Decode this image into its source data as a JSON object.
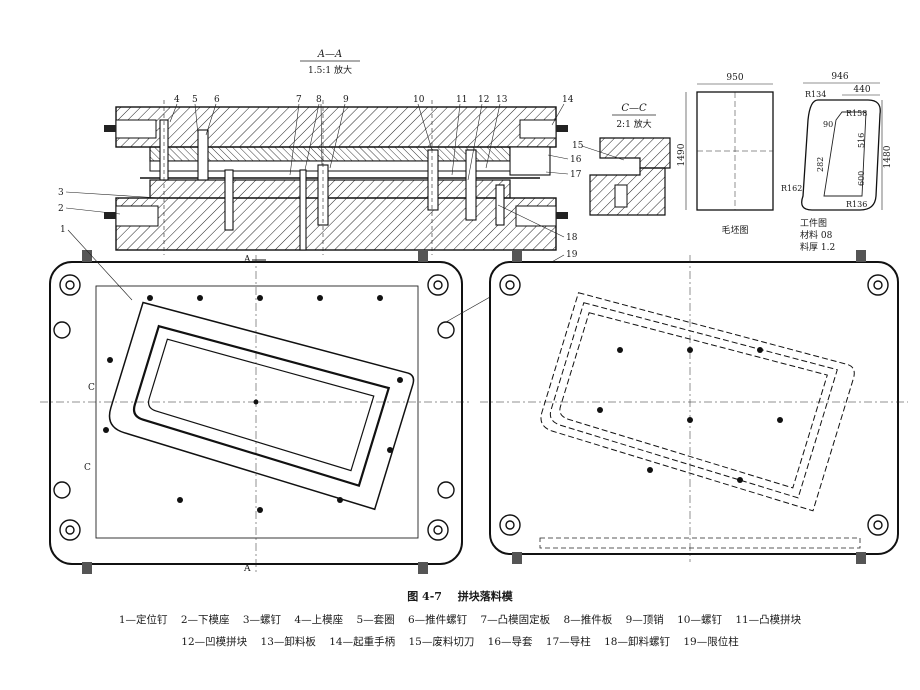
{
  "figure": {
    "caption_number": "图 4-7",
    "caption_title": "拼块落料模"
  },
  "section_aa": {
    "label": "A—A",
    "scale": "1.5:1 放大"
  },
  "section_cc": {
    "label": "C—C",
    "scale": "2:1 放大"
  },
  "section_marks": {
    "a_top": "A",
    "a_bottom": "A",
    "c_left": "C",
    "c_right": "C"
  },
  "part_numbers": [
    "1",
    "2",
    "3",
    "4",
    "5",
    "6",
    "7",
    "8",
    "9",
    "10",
    "11",
    "12",
    "13",
    "14",
    "15",
    "16",
    "17",
    "18",
    "19"
  ],
  "blank": {
    "label": "毛坯图",
    "width_dim": "950",
    "height_dim": "1490"
  },
  "workpiece": {
    "label": "工件图",
    "material": "材料 08",
    "thickness": "料厚 1.2",
    "dims": {
      "overall_width": "946",
      "top_width": "440",
      "r1": "R134",
      "r2": "R158",
      "r3": "R162",
      "r4": "R136",
      "d90": "90",
      "d516": "516",
      "d282": "282",
      "d600": "600",
      "height": "1480"
    }
  },
  "legend": {
    "line1": [
      "1—定位钉",
      "2—下模座",
      "3—螺钉",
      "4—上模座",
      "5—套圈",
      "6—推件螺钉",
      "7—凸模固定板",
      "8—推件板",
      "9—顶销",
      "10—螺钉",
      "11—凸模拼块"
    ],
    "line2": [
      "12—凹模拼块",
      "13—卸料板",
      "14—起重手柄",
      "15—废料切刀",
      "16—导套",
      "17—导柱",
      "18—卸料螺钉",
      "19—限位柱"
    ]
  }
}
